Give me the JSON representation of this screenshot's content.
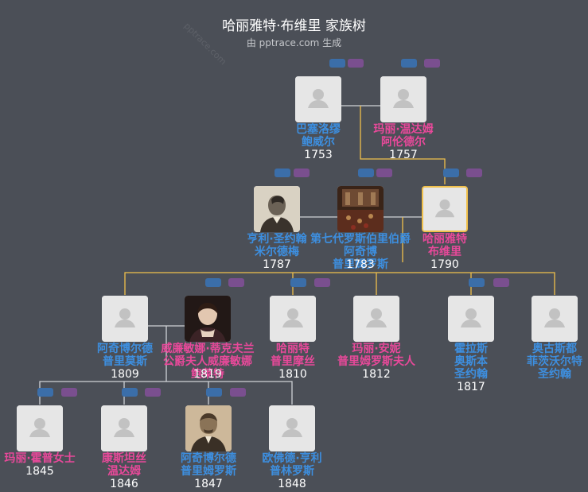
{
  "header": {
    "title": "哈丽雅特·布维里 家族树",
    "subtitle": "由 pptrace.com 生成",
    "watermark": "pptrace.com"
  },
  "colors": {
    "background": "#4b4f57",
    "male": "#3d8fe0",
    "female": "#e8499a",
    "highlight_line": "#f0c04b",
    "line": "#cfd2d6"
  },
  "people": [
    {
      "id": "p1",
      "name": [
        "巴塞洛缪",
        "鲍威尔"
      ],
      "year": "1753",
      "gender": "m"
    },
    {
      "id": "p2",
      "name": [
        "玛丽·温达姆",
        "阿伦德尔"
      ],
      "year": "1757",
      "gender": "f"
    },
    {
      "id": "p3",
      "name": [
        "亨利·圣约翰",
        "米尔德梅"
      ],
      "year": "1787",
      "gender": "m",
      "photo": "portrait-man"
    },
    {
      "id": "p4",
      "name": [
        "第七代罗斯伯里伯爵阿奇博",
        "普里姆罗斯"
      ],
      "year": "1783",
      "gender": "m",
      "photo": "painting-hall"
    },
    {
      "id": "p5",
      "name": [
        "哈丽雅特",
        "布维里"
      ],
      "year": "1790",
      "gender": "f",
      "selected": true
    },
    {
      "id": "c1",
      "name": [
        "阿奇博尔德",
        "普里莫斯"
      ],
      "year": "1809",
      "gender": "m"
    },
    {
      "id": "c2",
      "name": [
        "威廉敏娜·蒂克夫兰公爵夫人威廉敏娜",
        "鲍莱特"
      ],
      "year": "1819",
      "gender": "f",
      "photo": "portrait-woman"
    },
    {
      "id": "c3",
      "name": [
        "哈丽特",
        "普里摩丝"
      ],
      "year": "1810",
      "gender": "f"
    },
    {
      "id": "c4",
      "name": [
        "玛丽·安妮",
        "普里姆罗斯夫人"
      ],
      "year": "1812",
      "gender": "f"
    },
    {
      "id": "c5",
      "name": [
        "霍拉斯",
        "奥斯本",
        "圣约翰"
      ],
      "year": "1817",
      "gender": "m"
    },
    {
      "id": "c6",
      "name": [
        "奥古斯都",
        "菲茨沃尔特",
        "圣约翰"
      ],
      "year": "",
      "gender": "m"
    },
    {
      "id": "g1",
      "name": [
        "玛丽·霍普女士"
      ],
      "year": "1845",
      "gender": "f"
    },
    {
      "id": "g2",
      "name": [
        "康斯坦丝",
        "温达姆"
      ],
      "year": "1846",
      "gender": "f"
    },
    {
      "id": "g3",
      "name": [
        "阿奇博尔德",
        "普里姆罗斯"
      ],
      "year": "1847",
      "gender": "m",
      "photo": "portrait-gentleman"
    },
    {
      "id": "g4",
      "name": [
        "欧佛德·亨利",
        "普林罗斯"
      ],
      "year": "1848",
      "gender": "m"
    }
  ]
}
